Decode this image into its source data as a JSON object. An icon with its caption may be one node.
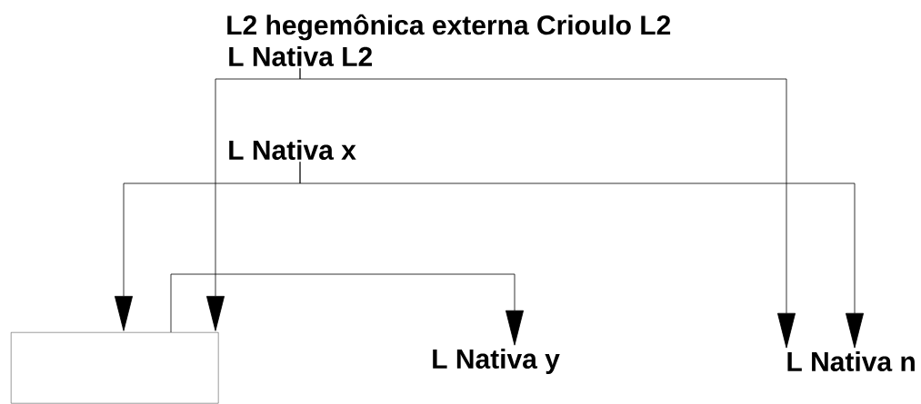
{
  "diagram": {
    "nodes": [
      {
        "text": [
          "L Nativa L2"
        ]
      },
      {
        "text": [
          "L Nativa x"
        ]
      },
      {
        "text": [],
        "shape": "box"
      },
      {
        "text": [
          "L Nativa y"
        ]
      },
      {
        "text": [
          "L Nativa n"
        ]
      }
    ],
    "edges": [
      {
        "from": 0,
        "to": 2,
        "arrow": "to"
      },
      {
        "from": 0,
        "to": 4,
        "arrow": "to"
      },
      {
        "from": 1,
        "to": 2,
        "arrow": "to"
      },
      {
        "from": 1,
        "to": 4,
        "arrow": "to"
      },
      {
        "from": 2,
        "to": 3,
        "arrow": "to"
      }
    ],
    "labels": [
      "L2 hegemônica externa Crioulo L2"
    ]
  }
}
